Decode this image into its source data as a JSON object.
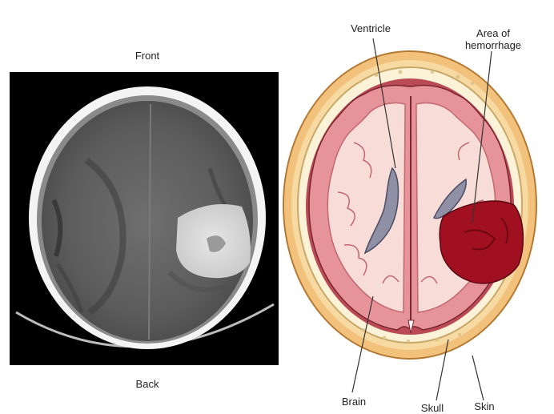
{
  "ct_scan": {
    "top_label": "Front",
    "bottom_label": "Back"
  },
  "diagram": {
    "labels": {
      "ventricle": "Ventricle",
      "hemorrhage_line1": "Area of",
      "hemorrhage_line2": "hemorrhage",
      "brain": "Brain",
      "skull": "Skull",
      "skin": "Skin"
    }
  },
  "colors": {
    "skin": "#f2c27c",
    "skull": "#fbf2d8",
    "brain_outer": "#e6949a",
    "brain_inner": "#f8dcd8",
    "ventricle": "#8f8fa6",
    "hemorrhage": "#a01020"
  }
}
